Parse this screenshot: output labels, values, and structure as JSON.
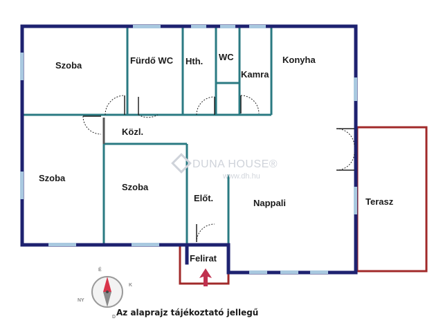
{
  "rooms": {
    "szoba_top": "Szoba",
    "furdo_wc": "Fürdő WC",
    "hth": "Hth.",
    "wc": "WC",
    "kamra": "Kamra",
    "konyha": "Konyha",
    "kozl": "Közl.",
    "szoba_left": "Szoba",
    "szoba_mid": "Szoba",
    "elot": "Előt.",
    "nappali": "Nappali",
    "terasz": "Terasz",
    "felirat": "Felirat"
  },
  "watermark": {
    "brand": "DUNA HOUSE®",
    "url": "www.dh.hu"
  },
  "compass": {
    "n": "É",
    "e": "K",
    "w": "NY",
    "s": "D"
  },
  "note": "Az alaprajz tájékoztató jellegű",
  "colors": {
    "outer_wall": "#1e2270",
    "inner_wall": "#2a7a82",
    "window": "#a9c9e0",
    "door_arc": "#222222",
    "terrace": "#a12a2a",
    "entrance_arrow": "#c0314f"
  },
  "icons": {
    "compass": "compass-icon",
    "entrance": "entrance-arrow-icon",
    "logo": "duna-house-logo-icon"
  }
}
